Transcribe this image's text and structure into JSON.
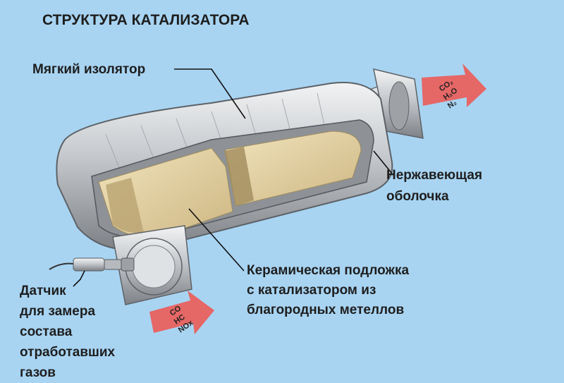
{
  "title": "СТРУКТУРА КАТАЛИЗАТОРА",
  "labels": {
    "insulator": "Мягкий изолятор",
    "shell": [
      "Нержавеющая",
      "оболочка"
    ],
    "ceramic": [
      "Керамическая подложка",
      "с катализатором из",
      "благородных метеллов"
    ],
    "sensor": [
      "Датчик",
      "для замера",
      "состава",
      "отработавших",
      "газов"
    ]
  },
  "arrows": {
    "inlet": [
      "CO",
      "HC",
      "NOx"
    ],
    "outlet": [
      "CO₂",
      "H₂O",
      "N₂"
    ]
  },
  "colors": {
    "background": "#a8d4f2",
    "arrow": "#e8615e",
    "ceramic": "#e2cf9c",
    "metal": "#c8ccd0"
  }
}
